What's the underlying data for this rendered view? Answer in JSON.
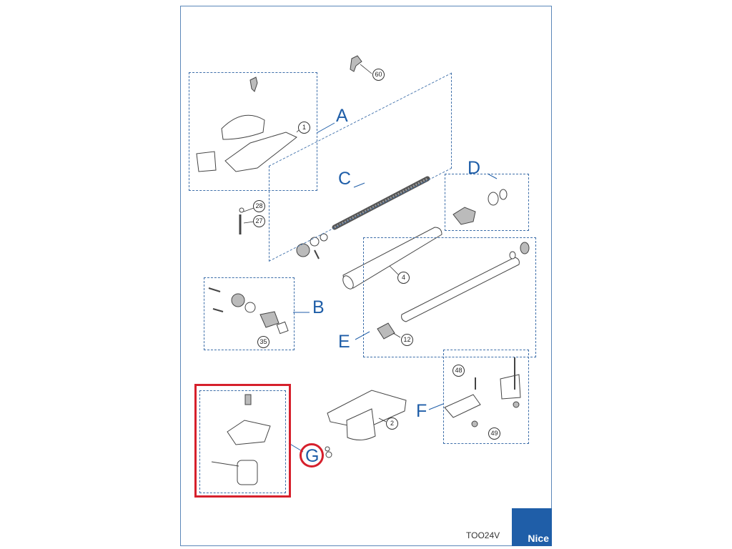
{
  "groups": {
    "A": "A",
    "B": "B",
    "C": "C",
    "D": "D",
    "E": "E",
    "F": "F",
    "G": "G"
  },
  "callouts": {
    "c1": "1",
    "c2": "2",
    "c4": "4",
    "c12": "12",
    "c27": "27",
    "c28": "28",
    "c35": "35",
    "c48": "48",
    "c49": "49",
    "c60": "60"
  },
  "footer": {
    "model": "TOO24V",
    "brand": "Nice"
  },
  "colors": {
    "accent": "#1f5ea8",
    "highlight": "#d6202c"
  }
}
